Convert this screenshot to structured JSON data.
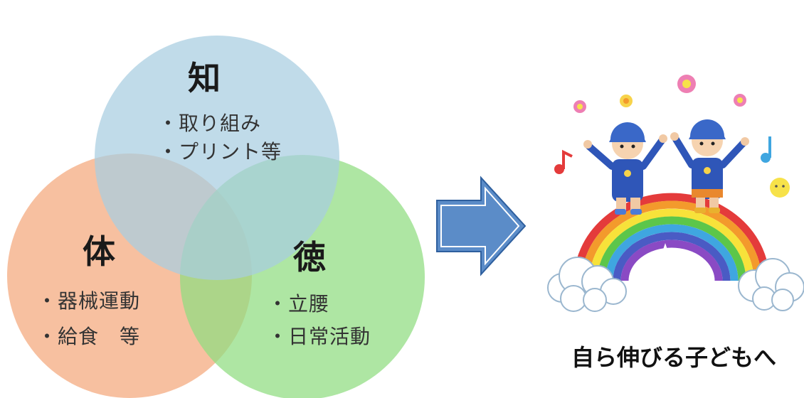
{
  "venn": {
    "top": {
      "title": "知",
      "items": [
        "・取り組み",
        "・プリント等"
      ],
      "color": "#a7cde0"
    },
    "left": {
      "title": "体",
      "items": [
        "・器械運動",
        "・給食　等"
      ],
      "color": "#f6b58f"
    },
    "right": {
      "title": "徳",
      "items": [
        "・立腰",
        "・日常活動"
      ],
      "color": "#8fdd7f"
    }
  },
  "arrow": {
    "icon": "right-arrow-icon",
    "color": "#5b8cc8"
  },
  "illustration": {
    "icon": "children-on-rainbow-illustration"
  },
  "tagline": "自ら伸びる子どもへ"
}
